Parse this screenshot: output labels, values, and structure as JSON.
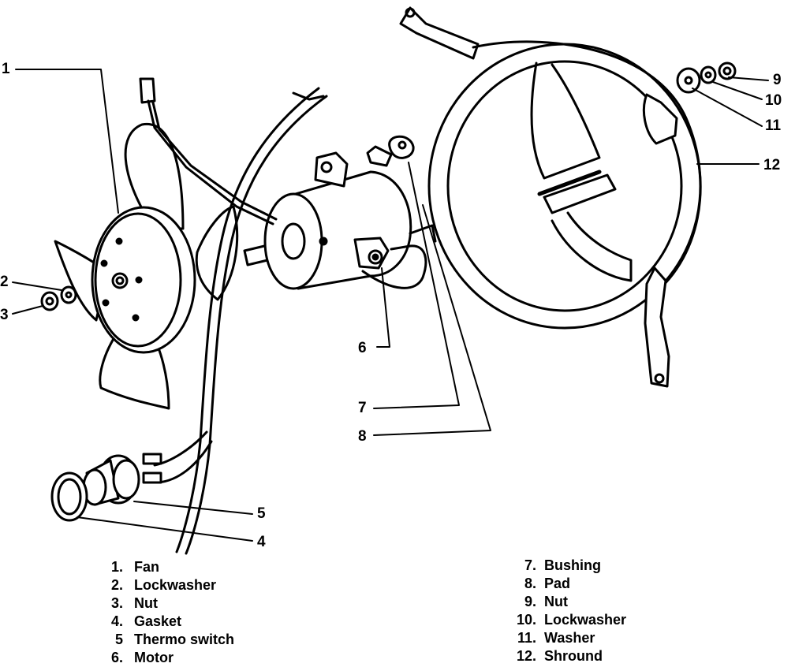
{
  "callouts": {
    "c1": "1",
    "c2": "2",
    "c3": "3",
    "c4": "4",
    "c5": "5",
    "c6": "6",
    "c7": "7",
    "c8": "8",
    "c9": "9",
    "c10": "10",
    "c11": "11",
    "c12": "12"
  },
  "legend_left": [
    {
      "num": "1.",
      "label": "Fan"
    },
    {
      "num": "2.",
      "label": "Lockwasher"
    },
    {
      "num": "3.",
      "label": "Nut"
    },
    {
      "num": "4.",
      "label": "Gasket"
    },
    {
      "num": "5",
      "label": "Thermo switch"
    },
    {
      "num": "6.",
      "label": "Motor"
    }
  ],
  "legend_right": [
    {
      "num": "7.",
      "label": "Bushing"
    },
    {
      "num": "8.",
      "label": "Pad"
    },
    {
      "num": "9.",
      "label": "Nut"
    },
    {
      "num": "10.",
      "label": "Lockwasher"
    },
    {
      "num": "11.",
      "label": "Washer"
    },
    {
      "num": "12.",
      "label": "Shround"
    }
  ]
}
